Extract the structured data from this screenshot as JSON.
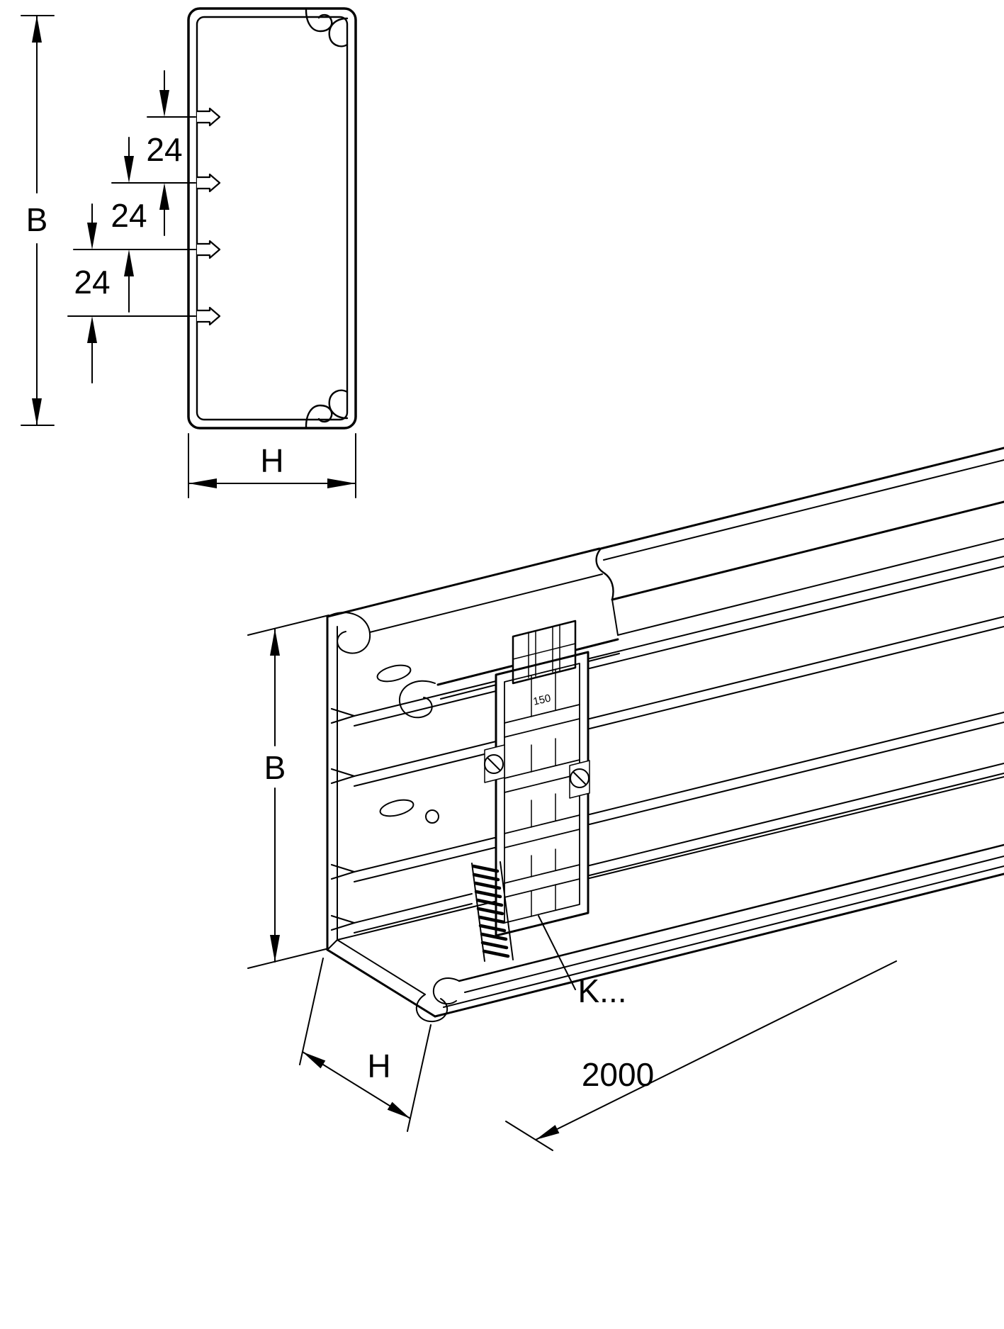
{
  "drawing": {
    "type": "technical-diagram",
    "subject": "cable-trunking-with-coupler",
    "views": {
      "cross_section": {
        "dim_B": "B",
        "dim_H": "H",
        "spacings": [
          "24",
          "24",
          "24"
        ]
      },
      "isometric": {
        "dim_B": "B",
        "dim_H": "H",
        "dim_length": "2000",
        "coupler_ref": "K...",
        "coupler_marking": "150"
      }
    },
    "colors": {
      "line": "#000000",
      "background": "#ffffff"
    }
  }
}
